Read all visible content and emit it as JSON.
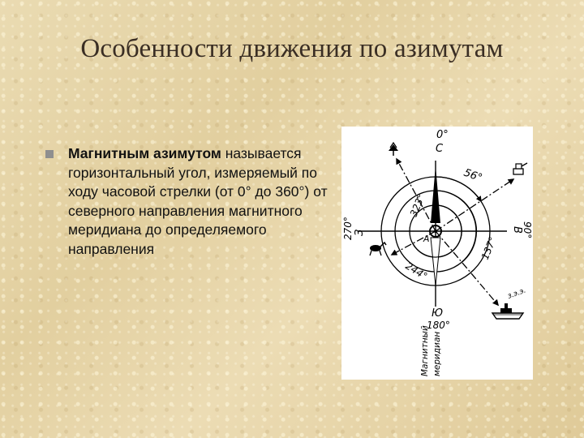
{
  "slide": {
    "title": "Особенности движения по азимутам",
    "bullet": {
      "term": "Магнитным азимутом",
      "text": " называется горизонтальный угол, измеряемый по ходу часовой стрелки (от 0° до 360°) от северного направления магнитного меридиана до определяемого направления"
    }
  },
  "figure": {
    "labels": {
      "north_degree": "0°",
      "north_letter": "С",
      "south_letter": "Ю",
      "south_degree": "180°",
      "east_letter": "В",
      "east_degree": "90°",
      "west_letter": "З",
      "west_degree": "270°",
      "angle_56": "56°",
      "angle_323": "323°",
      "angle_137": "137°",
      "angle_244": "244°",
      "point_a": "А",
      "meridian_line1": "Магнитный",
      "meridian_line2": "меридиан",
      "ship_caption": "з.э.э."
    },
    "icons": [
      "tree-icon",
      "tank-icon",
      "horse-icon",
      "ship-icon"
    ]
  }
}
